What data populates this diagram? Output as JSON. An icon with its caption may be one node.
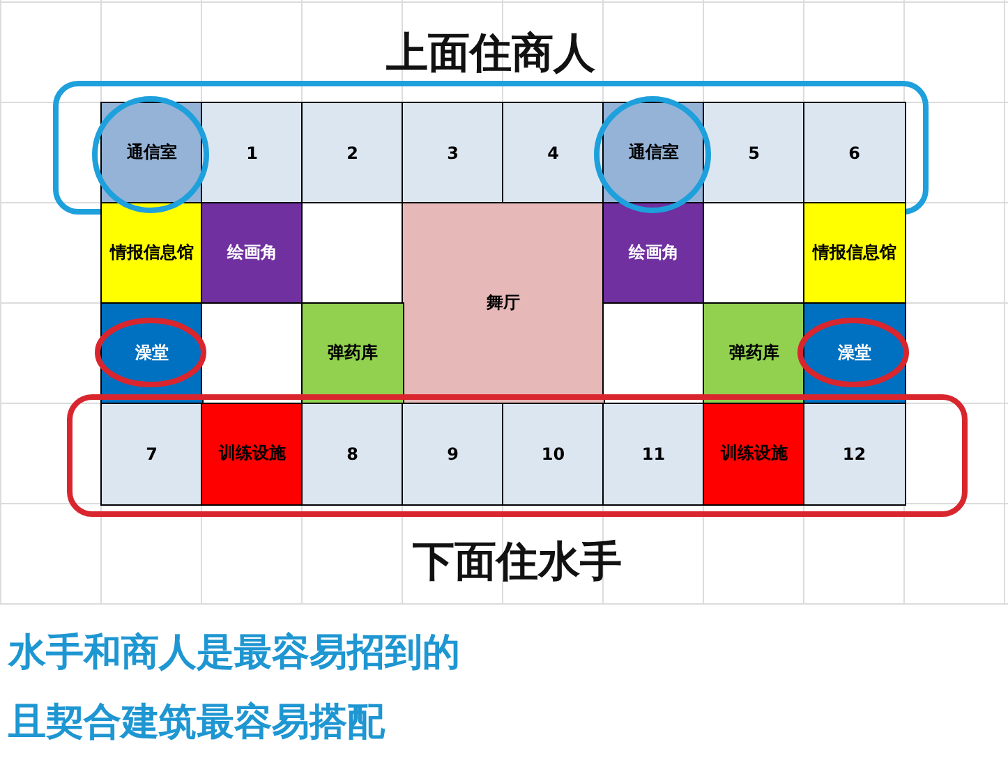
{
  "diagram": {
    "nodes": [
      {
        "text": [
          "上面住商人"
        ]
      },
      {
        "text": [
          "通信室"
        ],
        "in": 0
      },
      {
        "text": [
          "1"
        ],
        "in": 0
      },
      {
        "text": [
          "2"
        ],
        "in": 0
      },
      {
        "text": [
          "3"
        ],
        "in": 0
      },
      {
        "text": [
          "4"
        ],
        "in": 0
      },
      {
        "text": [
          "通信室"
        ],
        "in": 0
      },
      {
        "text": [
          "5"
        ],
        "in": 0
      },
      {
        "text": [
          "6"
        ],
        "in": 0
      },
      {
        "text": [
          "情报信息馆"
        ]
      },
      {
        "text": [
          "绘画角"
        ]
      },
      {
        "text": [],
        "shape": "box"
      },
      {
        "text": [
          "舞厅"
        ]
      },
      {
        "text": [
          "绘画角"
        ]
      },
      {
        "text": [],
        "shape": "box"
      },
      {
        "text": [
          "情报信息馆"
        ]
      },
      {
        "text": [
          "澡堂"
        ]
      },
      {
        "text": [],
        "shape": "box"
      },
      {
        "text": [
          "弹药库"
        ]
      },
      {
        "text": [],
        "shape": "box"
      },
      {
        "text": [
          "弹药库"
        ]
      },
      {
        "text": [
          "澡堂"
        ]
      },
      {
        "text": [
          "下面住水手"
        ]
      },
      {
        "text": [
          "7"
        ],
        "in": 22
      },
      {
        "text": [
          "训练设施"
        ],
        "in": 22
      },
      {
        "text": [
          "8"
        ],
        "in": 22
      },
      {
        "text": [
          "9"
        ],
        "in": 22
      },
      {
        "text": [
          "10"
        ],
        "in": 22
      },
      {
        "text": [
          "11"
        ],
        "in": 22
      },
      {
        "text": [
          "训练设施"
        ],
        "in": 22
      },
      {
        "text": [
          "12"
        ],
        "in": 22
      }
    ],
    "labels": [
      "水手和商人是最容易招到的",
      "且契合建筑最容易搭配"
    ]
  }
}
